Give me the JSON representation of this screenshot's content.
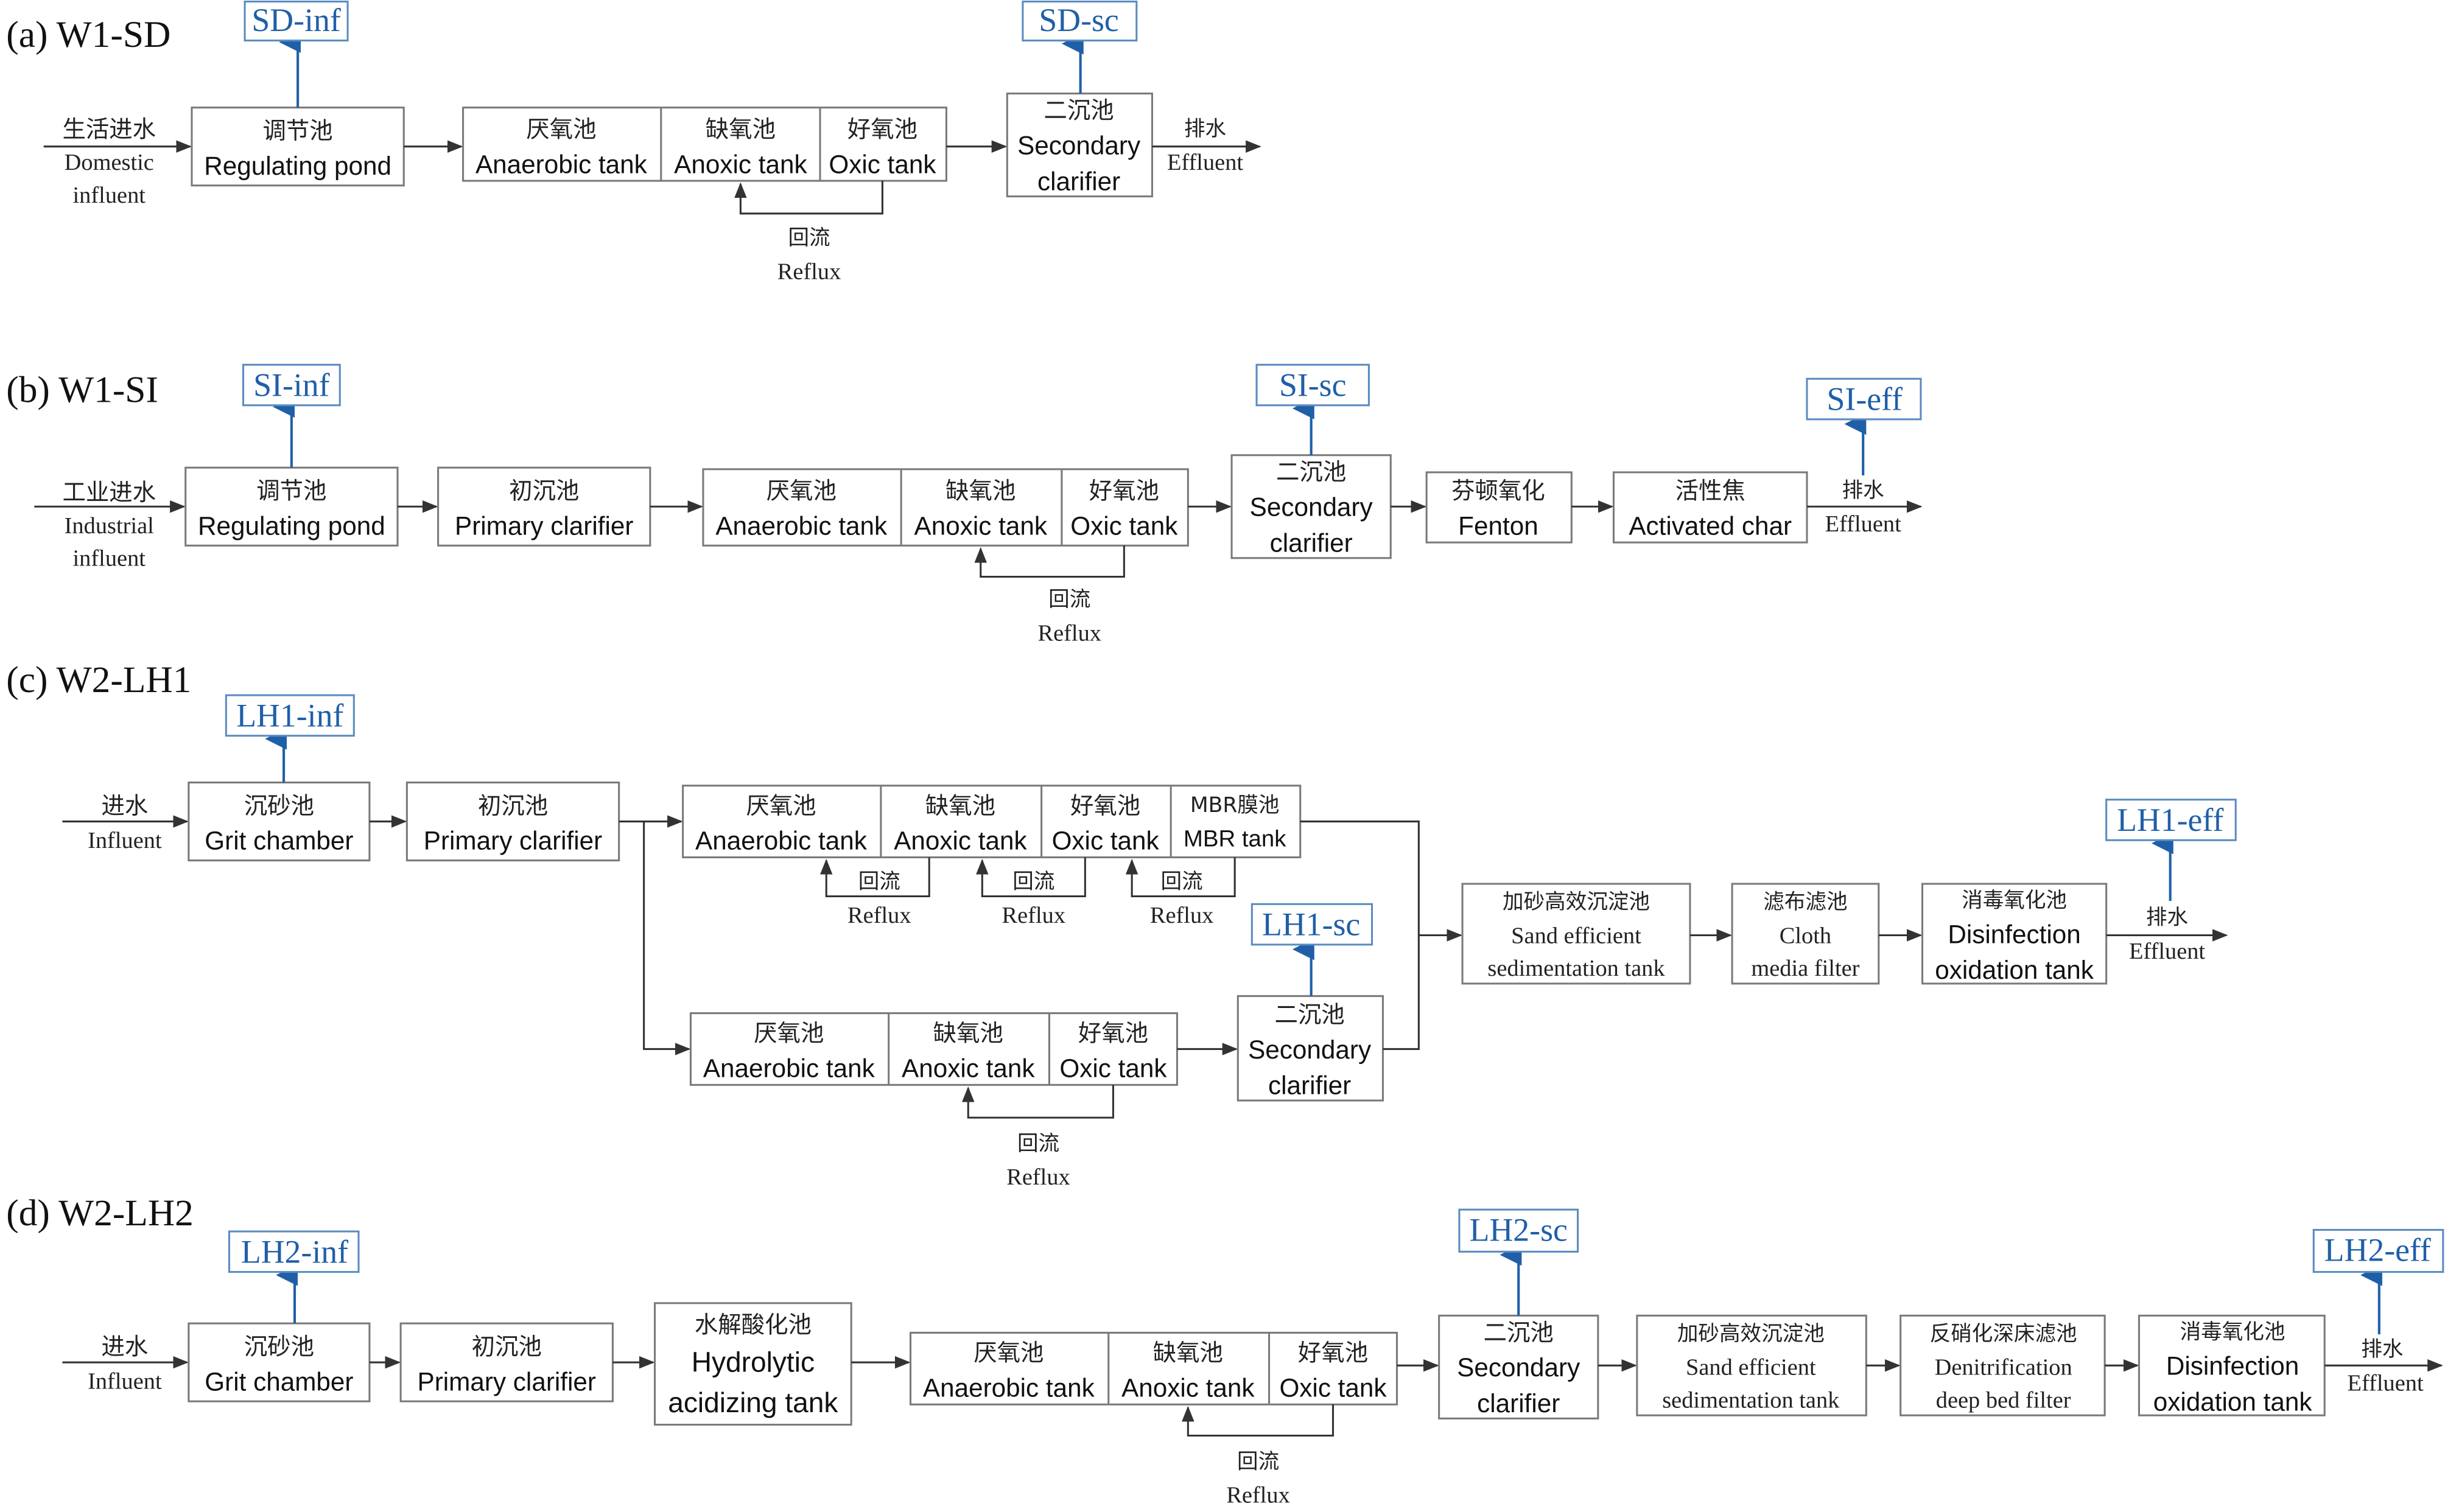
{
  "labels": {
    "reflux_cn": "回流",
    "reflux_en": "Reflux",
    "effluent_cn": "排水",
    "effluent_en": "Effluent",
    "influent_cn": "进水",
    "influent_en": "Influent",
    "anaerobic_cn": "厌氧池",
    "anaerobic_en": "Anaerobic tank",
    "anoxic_cn": "缺氧池",
    "anoxic_en": "Anoxic tank",
    "oxic_cn": "好氧池",
    "oxic_en": "Oxic tank",
    "regulating_cn": "调节池",
    "regulating_en": "Regulating pond",
    "primary_cn": "初沉池",
    "primary_en": "Primary clarifier",
    "grit_cn": "沉砂池",
    "grit_en": "Grit chamber",
    "secondary_cn": "二沉池",
    "secondary_en_1": "Secondary",
    "secondary_en_2": "clarifier",
    "sand_cn": "加砂高效沉淀池",
    "sand_en_1": "Sand efficient",
    "sand_en_2": "sedimentation tank",
    "disinfection_cn": "消毒氧化池",
    "disinfection_en_1": "Disinfection",
    "disinfection_en_2": "oxidation tank"
  },
  "panel_a": {
    "title": "(a) W1-SD",
    "influent_cn": "生活进水",
    "influent_en_1": "Domestic",
    "influent_en_2": "influent",
    "sample_inf": "SD-inf",
    "sample_sc": "SD-sc"
  },
  "panel_b": {
    "title": "(b) W1-SI",
    "influent_cn": "工业进水",
    "influent_en_1": "Industrial",
    "influent_en_2": "influent",
    "fenton_cn": "芬顿氧化",
    "fenton_en": "Fenton",
    "char_cn": "活性焦",
    "char_en": "Activated char",
    "sample_inf": "SI-inf",
    "sample_sc": "SI-sc",
    "sample_eff": "SI-eff"
  },
  "panel_c": {
    "title": "(c) W2-LH1",
    "mbr_cn": "MBR膜池",
    "mbr_en": "MBR tank",
    "cloth_cn": "滤布滤池",
    "cloth_en_1": "Cloth",
    "cloth_en_2": "media filter",
    "sample_inf": "LH1-inf",
    "sample_sc": "LH1-sc",
    "sample_eff": "LH1-eff"
  },
  "panel_d": {
    "title": "(d) W2-LH2",
    "hydro_cn": "水解酸化池",
    "hydro_en_1": "Hydrolytic",
    "hydro_en_2": "acidizing tank",
    "denit_cn": "反硝化深床滤池",
    "denit_en_1": "Denitrification",
    "denit_en_2": "deep bed filter",
    "sample_inf": "LH2-inf",
    "sample_sc": "LH2-sc",
    "sample_eff": "LH2-eff"
  },
  "colors": {
    "sample_blue": "#1f5fa8",
    "box_border": "#7a7a7a",
    "line": "#333333"
  }
}
